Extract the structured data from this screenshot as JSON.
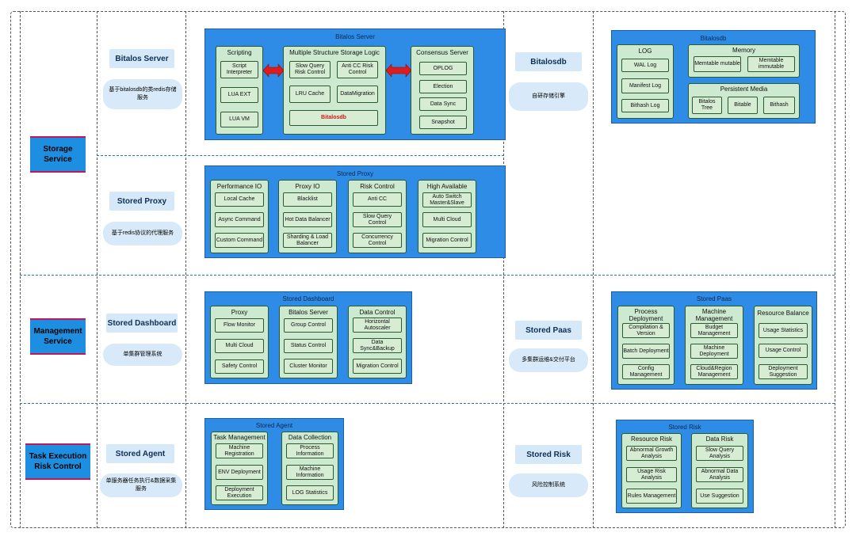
{
  "sections": [
    {
      "label": "Storage\nService"
    },
    {
      "label": "Management\nService"
    },
    {
      "label": "Task Execution\nRisk Control"
    }
  ],
  "left_rows": [
    {
      "name": "Bitalos Server",
      "desc": "基于bitalosdb的类redis存储服务"
    },
    {
      "name": "Stored Proxy",
      "desc": "基于redis协议的代理服务"
    },
    {
      "name": "Stored Dashboard",
      "desc": "单集群管理系统"
    },
    {
      "name": "Stored Agent",
      "desc": "单服务器任务执行&数据采集服务"
    }
  ],
  "right_rows": [
    {
      "name": "Bitalosdb",
      "desc": "自研存储引擎"
    },
    {
      "name": "Stored Paas",
      "desc": "多集群运维&交付平台"
    },
    {
      "name": "Stored Risk",
      "desc": "风险控制系统"
    }
  ],
  "bitalos_server": {
    "title": "Bitalos Server",
    "scripting": {
      "title": "Scripting",
      "items": [
        "Script Interpreter",
        "LUA EXT",
        "LUA VM"
      ]
    },
    "storage": {
      "title": "Multiple Structure Storage Logic",
      "items": [
        "Slow Query Risk Control",
        "Anti CC Risk Control",
        "LRU Cache",
        "DataMigration"
      ],
      "highlight": "Bitalosdb"
    },
    "consensus": {
      "title": "Consensus Server",
      "items": [
        "OPLOG",
        "Election",
        "Data Sync",
        "Snapshot"
      ]
    }
  },
  "stored_proxy": {
    "title": "Stored Proxy",
    "groups": [
      {
        "title": "Performance IO",
        "items": [
          "Local Cache",
          "Async Command",
          "Custom Command"
        ]
      },
      {
        "title": "Proxy IO",
        "items": [
          "Blacklist",
          "Hot Data Balancer",
          "Sharding & Load Balancer"
        ]
      },
      {
        "title": "Risk Control",
        "items": [
          "Anti CC",
          "Slow Query Control",
          "Concurrency Control"
        ]
      },
      {
        "title": "High Available",
        "items": [
          "Auto Switch Master&Slave",
          "Multi Cloud",
          "Migration Control"
        ]
      }
    ]
  },
  "stored_dashboard": {
    "title": "Stored Dashboard",
    "groups": [
      {
        "title": "Proxy",
        "items": [
          "Flow Monitor",
          "Multi Cloud",
          "Safety Control"
        ]
      },
      {
        "title": "Bitalos Server",
        "items": [
          "Group Control",
          "Status Control",
          "Cluster Monitor"
        ]
      },
      {
        "title": "Data Control",
        "items": [
          "Horizontal Autoscaler",
          "Data Sync&Backup",
          "Migration Control"
        ]
      }
    ]
  },
  "stored_agent": {
    "title": "Stored Agent",
    "groups": [
      {
        "title": "Task Management",
        "items": [
          "Machine Registration",
          "ENV Deployment",
          "Deployment Execution"
        ]
      },
      {
        "title": "Data Collection",
        "items": [
          "Process Information",
          "Machine Information",
          "LOG Statistics"
        ]
      }
    ]
  },
  "bitalosdb": {
    "title": "Bitalosdb",
    "log": {
      "title": "LOG",
      "items": [
        "WAL Log",
        "Manifest Log",
        "Bithash Log"
      ]
    },
    "memory": {
      "title": "Memory",
      "items": [
        "Memtable mutable",
        "Memtable immutable"
      ]
    },
    "persistent": {
      "title": "Persistent Media",
      "items": [
        "Bitalos Tree",
        "Bitable",
        "Bithash"
      ]
    }
  },
  "stored_paas": {
    "title": "Stored Paas",
    "groups": [
      {
        "title": "Process Deployment",
        "items": [
          "Compilation & Version",
          "Batch Deployment",
          "Config Management"
        ]
      },
      {
        "title": "Machine Management",
        "items": [
          "Budget Management",
          "Machine Deployment",
          "Cloud&Region Management"
        ]
      },
      {
        "title": "Resource Balance",
        "items": [
          "Usage Statistics",
          "Usage Control",
          "Deployment Suggestion"
        ]
      }
    ]
  },
  "stored_risk": {
    "title": "Stored Risk",
    "groups": [
      {
        "title": "Resource Risk",
        "items": [
          "Abnormal Growth Analysis",
          "Usage Risk Analysis",
          "Rules Management"
        ]
      },
      {
        "title": "Data Risk",
        "items": [
          "Slow Query Analysis",
          "Abnormal Data Analysis",
          "Use Suggestion"
        ]
      }
    ]
  },
  "colors": {
    "panel": "#2e8be6",
    "group": "#cde9cf",
    "flag": "#1e8fe0",
    "chip": "#d6e9f8",
    "arrow": "#e01b1b"
  }
}
